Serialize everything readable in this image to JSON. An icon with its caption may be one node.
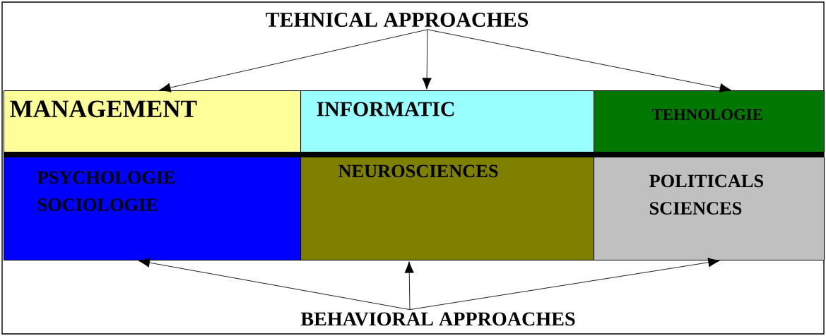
{
  "diagram": {
    "nodes": [
      {
        "text": [
          "TEHNICAL APPROACHES"
        ]
      },
      {
        "text": [
          "MANAGEMENT"
        ]
      },
      {
        "text": [
          "INFORMATIC"
        ]
      },
      {
        "text": [
          "TEHNOLOGIE"
        ]
      },
      {
        "text": [
          "PSYCHOLOGIE SOCIOLOGIE"
        ]
      },
      {
        "text": [
          "NEUROSCIENCES"
        ]
      },
      {
        "text": [
          "POLITICALS SCIENCES"
        ]
      },
      {
        "text": [
          "BEHAVIORAL APPROACHES"
        ]
      }
    ],
    "edges": [
      {
        "from": 0,
        "to": 1,
        "arrow": "to"
      },
      {
        "from": 0,
        "to": 2,
        "arrow": "to"
      },
      {
        "from": 0,
        "to": 3,
        "arrow": "to"
      },
      {
        "from": 7,
        "to": 4,
        "arrow": "to"
      },
      {
        "from": 7,
        "to": 5,
        "arrow": "to"
      },
      {
        "from": 7,
        "to": 6,
        "arrow": "to"
      }
    ]
  }
}
